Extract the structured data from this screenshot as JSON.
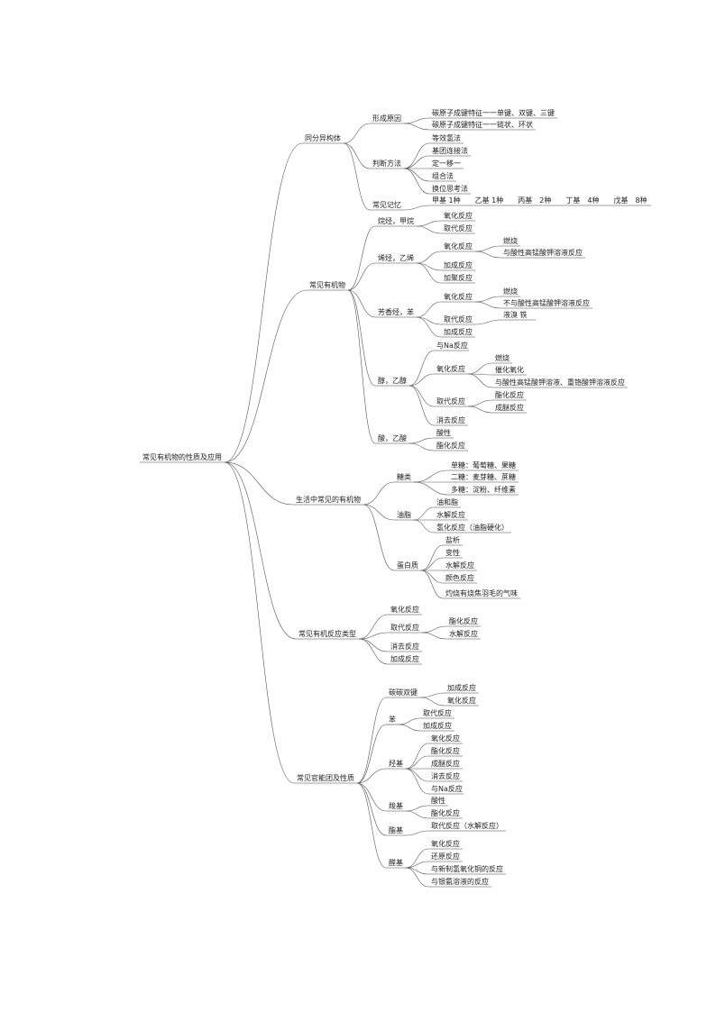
{
  "mindmap": {
    "root": "常见有机物的性质及应用",
    "branches": [
      {
        "label": "同分异构体",
        "children": [
          {
            "label": "形成原因",
            "children": [
              {
                "label": "碳原子成键特征一一单键、双键、三键"
              },
              {
                "label": "碳原子成键特征一一链状、环状"
              }
            ]
          },
          {
            "label": "判断方法",
            "children": [
              {
                "label": "等效氢法"
              },
              {
                "label": "基团连接法"
              },
              {
                "label": "定一移一"
              },
              {
                "label": "组合法"
              },
              {
                "label": "换位思考法"
              }
            ]
          },
          {
            "label": "常见记忆",
            "children": [
              {
                "label": "甲基 1种　　乙基 1种　　丙基　2种　　丁基　4种　　戊基　8种"
              }
            ]
          }
        ]
      },
      {
        "label": "常见有机物",
        "children": [
          {
            "label": "烷烃，甲烷",
            "children": [
              {
                "label": "氧化反应"
              },
              {
                "label": "取代反应"
              }
            ]
          },
          {
            "label": "烯烃，乙烯",
            "children": [
              {
                "label": "氧化反应",
                "children": [
                  {
                    "label": "燃烧"
                  },
                  {
                    "label": "与酸性高锰酸钾溶液反应"
                  }
                ]
              },
              {
                "label": "加成反应"
              },
              {
                "label": "加聚反应"
              }
            ]
          },
          {
            "label": "芳香烃，苯",
            "children": [
              {
                "label": "氧化反应",
                "children": [
                  {
                    "label": "燃烧"
                  },
                  {
                    "label": "不与酸性高锰酸钾溶液反应"
                  }
                ]
              },
              {
                "label": "取代反应",
                "children": [
                  {
                    "label": "液溴  铁"
                  }
                ]
              },
              {
                "label": "加成反应"
              }
            ]
          },
          {
            "label": "醇，乙醇",
            "children": [
              {
                "label": "与Na反应"
              },
              {
                "label": "氧化反应",
                "children": [
                  {
                    "label": "燃烧"
                  },
                  {
                    "label": "催化氧化"
                  },
                  {
                    "label": "与酸性高锰酸钾溶液、重铬酸钾溶液反应"
                  }
                ]
              },
              {
                "label": "取代反应",
                "children": [
                  {
                    "label": "酯化反应"
                  },
                  {
                    "label": "成醚反应"
                  }
                ]
              },
              {
                "label": "消去反应"
              }
            ]
          },
          {
            "label": "酸，乙酸",
            "children": [
              {
                "label": "酸性"
              },
              {
                "label": "酯化反应"
              }
            ]
          }
        ]
      },
      {
        "label": "生活中常见的有机物",
        "children": [
          {
            "label": "糖类",
            "children": [
              {
                "label": "单糖：葡萄糖、果糖"
              },
              {
                "label": "二糖：麦芽糖、蔗糖"
              },
              {
                "label": "多糖：淀粉、纤维素"
              }
            ]
          },
          {
            "label": "油脂",
            "children": [
              {
                "label": "油和脂"
              },
              {
                "label": "水解反应"
              },
              {
                "label": "氢化反应（油脂硬化）"
              }
            ]
          },
          {
            "label": "蛋白质",
            "children": [
              {
                "label": "盐析"
              },
              {
                "label": "变性"
              },
              {
                "label": "水解反应"
              },
              {
                "label": "颜色反应"
              },
              {
                "label": "灼烧有烧焦羽毛的气味"
              }
            ]
          }
        ]
      },
      {
        "label": "常见有机反应类型",
        "children": [
          {
            "label": "氧化反应"
          },
          {
            "label": "取代反应",
            "children": [
              {
                "label": "酯化反应"
              },
              {
                "label": "水解反应"
              }
            ]
          },
          {
            "label": "消去反应"
          },
          {
            "label": "加成反应"
          }
        ]
      },
      {
        "label": "常见官能团及性质",
        "children": [
          {
            "label": "碳碳双键",
            "children": [
              {
                "label": "加成反应"
              },
              {
                "label": "氧化反应"
              }
            ]
          },
          {
            "label": "苯",
            "children": [
              {
                "label": "取代反应"
              },
              {
                "label": "加成反应"
              }
            ]
          },
          {
            "label": "羟基",
            "children": [
              {
                "label": "氧化反应"
              },
              {
                "label": "酯化反应"
              },
              {
                "label": "成醚反应"
              },
              {
                "label": "消去反应"
              },
              {
                "label": "与Na反应"
              }
            ]
          },
          {
            "label": "羧基",
            "children": [
              {
                "label": "酸性"
              },
              {
                "label": "酯化反应"
              }
            ]
          },
          {
            "label": "酯基",
            "children": [
              {
                "label": "取代反应（水解反应）"
              }
            ]
          },
          {
            "label": "醛基",
            "children": [
              {
                "label": "氧化反应"
              },
              {
                "label": "还原反应"
              },
              {
                "label": "与新制氢氧化铜的反应"
              },
              {
                "label": "与银氨溶液的反应"
              }
            ]
          }
        ]
      }
    ]
  }
}
